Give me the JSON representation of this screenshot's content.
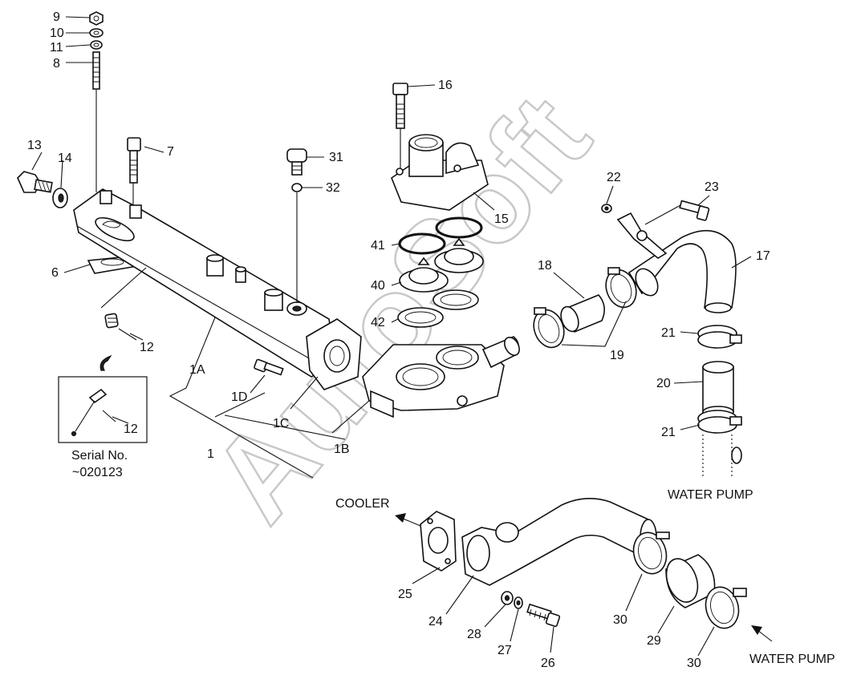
{
  "labels": {
    "p9": "9",
    "p10": "10",
    "p11": "11",
    "p8": "8",
    "p13": "13",
    "p14": "14",
    "p7": "7",
    "p31": "31",
    "p32": "32",
    "p16": "16",
    "p15": "15",
    "p6": "6",
    "p12": "12",
    "p12b": "12",
    "p41": "41",
    "p40": "40",
    "p42": "42",
    "p18": "18",
    "p19": "19",
    "p22": "22",
    "p23": "23",
    "p17": "17",
    "p21": "21",
    "p21b": "21",
    "p20": "20",
    "p1A": "1A",
    "p1D": "1D",
    "p1C": "1C",
    "p1B": "1B",
    "p1": "1",
    "p25": "25",
    "p24": "24",
    "p28": "28",
    "p27": "27",
    "p26": "26",
    "p30": "30",
    "p30b": "30",
    "p29": "29"
  },
  "captions": {
    "serial_line1": "Serial No.",
    "serial_line2": "~020123",
    "cooler": "COOLER",
    "water_pump_top": "WATER PUMP",
    "water_pump_bottom": "WATER PUMP"
  },
  "watermark": "AutoSoft"
}
